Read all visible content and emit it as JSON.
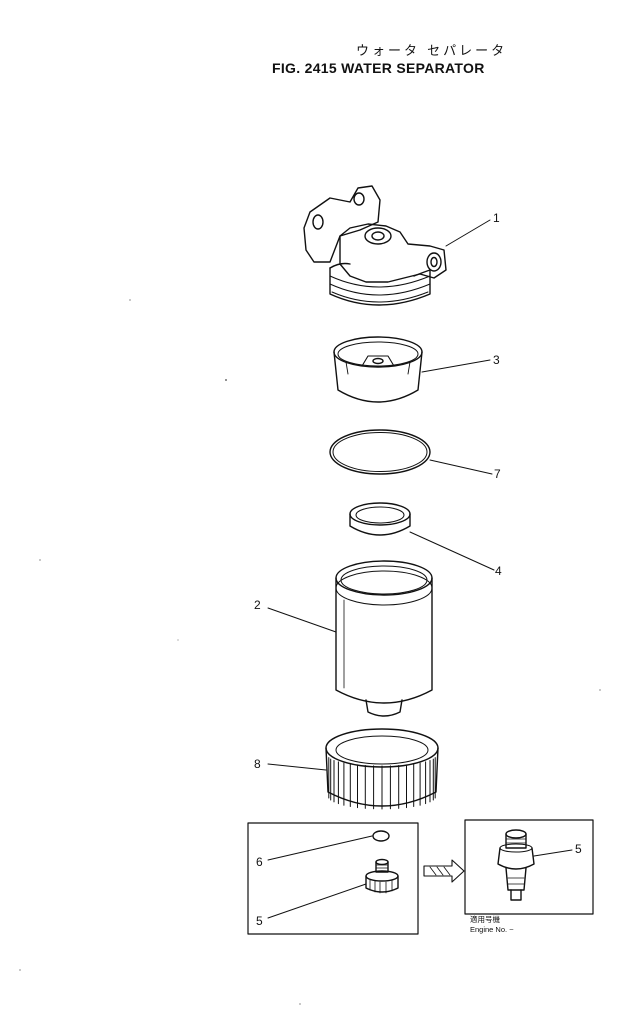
{
  "header": {
    "title_jp": "ウォータ セパレータ",
    "title_en": "FIG. 2415  WATER SEPARATOR"
  },
  "callouts": [
    "1",
    "3",
    "7",
    "4",
    "2",
    "8",
    "6",
    "5",
    "5"
  ],
  "inset": {
    "note_jp": "適用号機",
    "note_en": "Engine No. ~"
  },
  "colors": {
    "ink": "#111111",
    "paper": "#ffffff"
  }
}
